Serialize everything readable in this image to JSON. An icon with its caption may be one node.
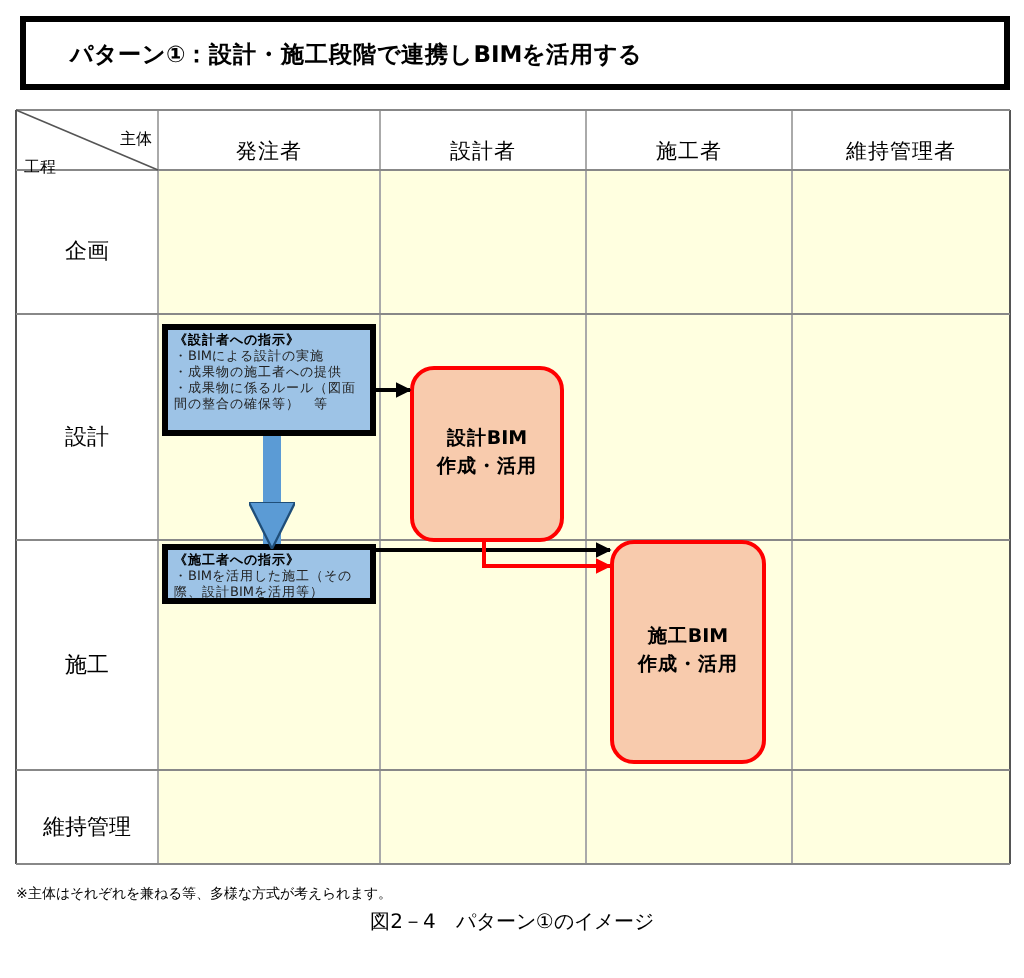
{
  "diagram": {
    "title": "パターン①：設計・施工段階で連携しBIMを活用する",
    "caption": "図2－4　パターン①のイメージ",
    "nodes": [
      {
        "text": [
          "《設計者への指示》",
          "・BIMによる設計の実施",
          "・成果物の施工者への提供",
          "・成果物に係るルール（図面間の整合の確保等）　等"
        ]
      },
      {
        "text": [
          "設計BIM",
          "作成・活用"
        ]
      },
      {
        "text": [
          "《施工者への指示》",
          "・BIMを活用した施工（その際、設計BIMを活用等）"
        ]
      },
      {
        "text": [
          "施工BIM",
          "作成・活用"
        ]
      }
    ],
    "edges": [
      {
        "from": 0,
        "to": 1,
        "arrow": "to"
      },
      {
        "from": 0,
        "to": 2,
        "arrow": "to",
        "style": "thick",
        "color": "#5b9bd5"
      },
      {
        "from": 2,
        "to": 3,
        "arrow": "to"
      },
      {
        "from": 1,
        "to": 3,
        "arrow": "to",
        "color": "#ff0000"
      }
    ],
    "labels": [
      "主体",
      "工程",
      "発注者",
      "設計者",
      "施工者",
      "維持管理者",
      "企画",
      "設計",
      "施工",
      "維持管理",
      "※主体はそれぞれを兼ねる等、多様な方式が考えられます。"
    ]
  }
}
